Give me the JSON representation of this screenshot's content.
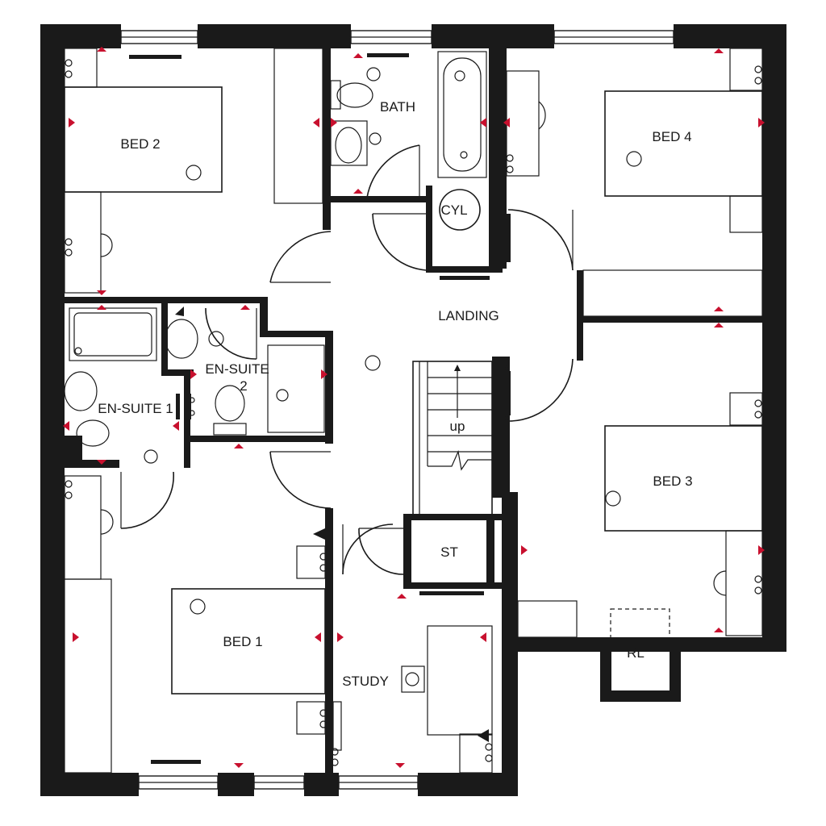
{
  "rooms": {
    "bed2": "BED 2",
    "bath": "BATH",
    "bed4": "BED 4",
    "cyl": "CYL",
    "landing": "LANDING",
    "ensuite1": "EN-SUITE 1",
    "ensuite2_line1": "EN-SUITE",
    "ensuite2_line2": "2",
    "up": "up",
    "bed3": "BED 3",
    "st": "ST",
    "bed1": "BED 1",
    "study": "STUDY",
    "rl": "RL"
  },
  "colors": {
    "wall": "#1a1a1a",
    "marker": "#c8102e",
    "background": "#ffffff"
  }
}
